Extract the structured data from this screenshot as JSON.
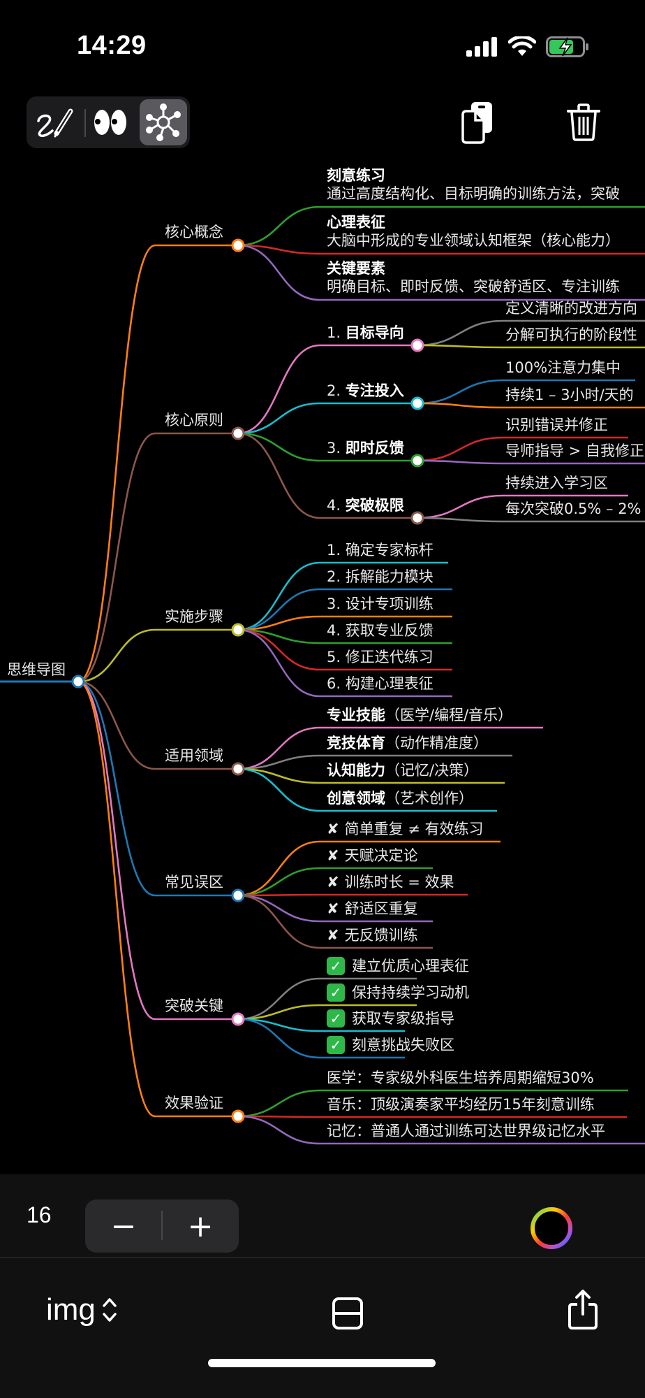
{
  "status_bar": {
    "time": "14:29",
    "icons": [
      "signal-icon",
      "wifi-icon",
      "battery-charging-icon"
    ],
    "battery_color": "#34c759"
  },
  "toolbar": {
    "modes": [
      {
        "name": "draw-mode",
        "icon": "scribble-pencil-icon",
        "active": false
      },
      {
        "name": "view-mode",
        "icon": "eyes-icon",
        "active": false
      },
      {
        "name": "mindmap-mode",
        "icon": "mindmap-icon",
        "active": true
      }
    ],
    "actions": [
      {
        "name": "copy-button",
        "icon": "copy-document-icon"
      },
      {
        "name": "delete-button",
        "icon": "trash-icon"
      }
    ]
  },
  "mindmap": {
    "root": {
      "label": "思维导图",
      "color": "#1f77b4"
    },
    "branches": [
      {
        "label": "核心概念",
        "color": "#ff7f0e",
        "children": [
          {
            "bold": "刻意练习",
            "text": "通过高度结构化、目标明确的训练方法，突破",
            "color": "#2ca02c",
            "stacked": true
          },
          {
            "bold": "心理表征",
            "text": "大脑中形成的专业领域认知框架（核心能力）",
            "color": "#d62728",
            "stacked": true
          },
          {
            "bold": "关键要素",
            "text": "明确目标、即时反馈、突破舒适区、专注训练",
            "color": "#9467bd",
            "stacked": true
          }
        ]
      },
      {
        "label": "核心原则",
        "color": "#8c564b",
        "children": [
          {
            "prefix": "1. ",
            "bold": "目标导向",
            "color": "#e377c2",
            "children": [
              {
                "text": "定义清晰的改进方向",
                "color": "#7f7f7f"
              },
              {
                "text": "分解可执行的阶段性",
                "color": "#bcbd22"
              }
            ]
          },
          {
            "prefix": "2. ",
            "bold": "专注投入",
            "color": "#17becf",
            "children": [
              {
                "text": "100%注意力集中",
                "color": "#1f77b4"
              },
              {
                "text": "持续1 – 3小时/天的",
                "color": "#ff7f0e"
              }
            ]
          },
          {
            "prefix": "3. ",
            "bold": "即时反馈",
            "color": "#2ca02c",
            "children": [
              {
                "text": "识别错误并修正",
                "color": "#d62728"
              },
              {
                "text": "导师指导 > 自我修正",
                "color": "#9467bd"
              }
            ]
          },
          {
            "prefix": "4. ",
            "bold": "突破极限",
            "color": "#8c564b",
            "children": [
              {
                "text": "持续进入学习区",
                "color": "#e377c2"
              },
              {
                "text": "每次突破0.5% – 2%",
                "color": "#7f7f7f"
              }
            ]
          }
        ]
      },
      {
        "label": "实施步骤",
        "color": "#bcbd22",
        "children": [
          {
            "text": "1. 确定专家标杆",
            "color": "#17becf"
          },
          {
            "text": "2. 拆解能力模块",
            "color": "#1f77b4"
          },
          {
            "text": "3. 设计专项训练",
            "color": "#ff7f0e"
          },
          {
            "text": "4. 获取专业反馈",
            "color": "#2ca02c"
          },
          {
            "text": "5. 修正迭代练习",
            "color": "#d62728"
          },
          {
            "text": "6. 构建心理表征",
            "color": "#9467bd"
          }
        ]
      },
      {
        "label": "适用领域",
        "color": "#8c564b",
        "children": [
          {
            "bold": "专业技能",
            "text": "（医学/编程/音乐）",
            "color": "#e377c2"
          },
          {
            "bold": "竞技体育",
            "text": "（动作精准度）",
            "color": "#7f7f7f"
          },
          {
            "bold": "认知能力",
            "text": "（记忆/决策）",
            "color": "#bcbd22"
          },
          {
            "bold": "创意领域",
            "text": "（艺术创作）",
            "color": "#17becf"
          }
        ]
      },
      {
        "label": "常见误区",
        "color": "#1f77b4",
        "children": [
          {
            "mark": "✘",
            "text": "简单重复 ≠ 有效练习",
            "color": "#ff7f0e"
          },
          {
            "mark": "✘",
            "text": "天赋决定论",
            "color": "#2ca02c"
          },
          {
            "mark": "✘",
            "text": "训练时长 = 效果",
            "color": "#d62728"
          },
          {
            "mark": "✘",
            "text": "舒适区重复",
            "color": "#9467bd"
          },
          {
            "mark": "✘",
            "text": "无反馈训练",
            "color": "#8c564b"
          }
        ]
      },
      {
        "label": "突破关键",
        "color": "#e377c2",
        "children": [
          {
            "check": "✓",
            "text": "建立优质心理表征",
            "color": "#7f7f7f"
          },
          {
            "check": "✓",
            "text": "保持持续学习动机",
            "color": "#bcbd22"
          },
          {
            "check": "✓",
            "text": "获取专家级指导",
            "color": "#17becf"
          },
          {
            "check": "✓",
            "text": "刻意挑战失败区",
            "color": "#1f77b4"
          }
        ]
      },
      {
        "label": "效果验证",
        "color": "#ff7f0e",
        "children": [
          {
            "text": "医学：专家级外科医生培养周期缩短30%",
            "color": "#2ca02c"
          },
          {
            "text": "音乐：顶级演奏家平均经历15年刻意训练",
            "color": "#d62728"
          },
          {
            "text": "记忆：普通人通过训练可达世界级记忆水平",
            "color": "#9467bd"
          }
        ]
      }
    ]
  },
  "bottom_bar": {
    "font_size": "16",
    "decrease_label": "−",
    "increase_label": "+",
    "format_label": "img",
    "icons": [
      "color-wheel-icon",
      "chevron-updown-icon",
      "layout-split-icon",
      "share-icon"
    ]
  }
}
